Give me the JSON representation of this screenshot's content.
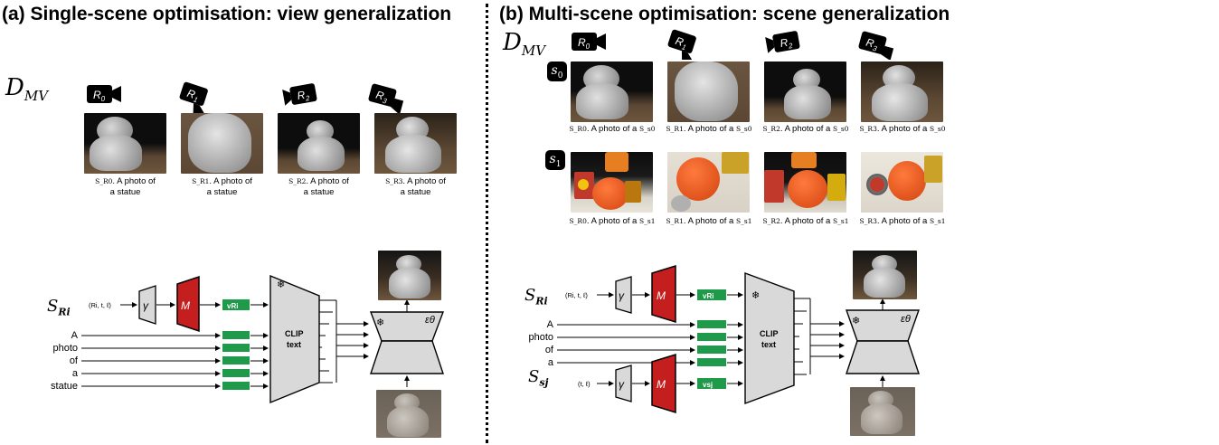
{
  "panel_a": {
    "title": "(a) Single-scene optimisation: view generalization",
    "dataset_label": "D",
    "dataset_sub": "MV",
    "cameras": [
      "R0",
      "R1",
      "R2",
      "R3"
    ],
    "captions": [
      {
        "token": "S_R0",
        "line1": ". A photo of",
        "line2": "a statue"
      },
      {
        "token": "S_R1",
        "line1": ". A photo of",
        "line2": "a statue"
      },
      {
        "token": "S_R2",
        "line1": ". A photo of",
        "line2": "a statue"
      },
      {
        "token": "S_R3",
        "line1": ". A photo of",
        "line2": "a statue"
      }
    ],
    "pipeline": {
      "input_symbol": "S",
      "input_sub": "Ri",
      "pose_input": "(Ri, t, ℓ)",
      "gamma": "γ",
      "mapper": "M",
      "vector": "vRi",
      "words": [
        "A",
        "photo",
        "of",
        "a",
        "statue"
      ],
      "clip_label_1": "CLIP",
      "clip_label_2": "text",
      "unet_label": "εθ",
      "frozen_icon": "snowflake-icon"
    }
  },
  "panel_b": {
    "title": "(b) Multi-scene optimisation: scene generalization",
    "dataset_label": "D",
    "dataset_sub": "MV",
    "cameras": [
      "R0",
      "R1",
      "R2",
      "R3"
    ],
    "scenes": [
      "s0",
      "s1"
    ],
    "captions_s0": [
      {
        "token": "S_R0",
        "text": ". A photo of a",
        "scene": "S_s0"
      },
      {
        "token": "S_R1",
        "text": ". A photo of a",
        "scene": "S_s0"
      },
      {
        "token": "S_R2",
        "text": ". A photo of a",
        "scene": "S_s0"
      },
      {
        "token": "S_R3",
        "text": ". A photo of a",
        "scene": "S_s0"
      }
    ],
    "captions_s1": [
      {
        "token": "S_R0",
        "text": ". A photo of a",
        "scene": "S_s1"
      },
      {
        "token": "S_R1",
        "text": ". A photo of a",
        "scene": "S_s1"
      },
      {
        "token": "S_R2",
        "text": ". A photo of a",
        "scene": "S_s1"
      },
      {
        "token": "S_R3",
        "text": ". A photo of a",
        "scene": "S_s1"
      }
    ],
    "pipeline": {
      "input_symbol": "S",
      "input_sub": "Ri",
      "input2_symbol": "S",
      "input2_sub": "sj",
      "pose_input": "(Ri, t, ℓ)",
      "scene_input": "(t, ℓ)",
      "gamma": "γ",
      "mapper": "M",
      "vector": "vRi",
      "vector2": "vsj",
      "words": [
        "A",
        "photo",
        "of",
        "a"
      ],
      "clip_label_1": "CLIP",
      "clip_label_2": "text",
      "unet_label": "εθ",
      "frozen_icon": "snowflake-icon"
    }
  },
  "colors": {
    "mapper_red": "#c41e1e",
    "token_green": "#1e9a4a",
    "block_gray": "#d9d9d9",
    "statue_bg": "#5b4733",
    "dark_bg": "#0d0d0d"
  }
}
